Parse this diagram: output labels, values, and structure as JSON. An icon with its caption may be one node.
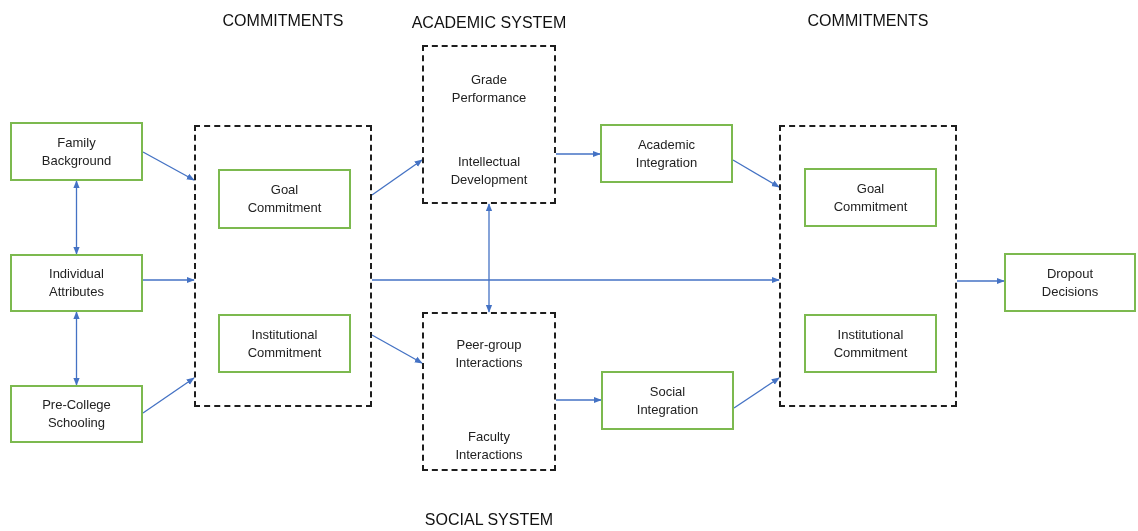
{
  "diagram": {
    "nodes": [
      {
        "text": [
          "Family Background"
        ]
      },
      {
        "text": [
          "Individual Attributes"
        ]
      },
      {
        "text": [
          "Pre-College Schooling"
        ]
      },
      {
        "text": [],
        "shape": "box"
      },
      {
        "text": [
          "Goal Commitment"
        ],
        "in": 3
      },
      {
        "text": [
          "Institutional Commitment"
        ],
        "in": 3
      },
      {
        "text": [
          "ACADEMIC SYSTEM",
          "Grade Performance",
          "Intellectual Development"
        ]
      },
      {
        "text": [
          "Peer-group Interactions",
          "Faculty Interactions",
          "SOCIAL SYSTEM"
        ]
      },
      {
        "text": [
          "Academic Integration"
        ]
      },
      {
        "text": [
          "Social Integration"
        ]
      },
      {
        "text": [],
        "shape": "box"
      },
      {
        "text": [
          "Goal Commitment"
        ],
        "in": 10
      },
      {
        "text": [
          "Institutional Commitment"
        ],
        "in": 10
      },
      {
        "text": [
          "Dropout Decisions"
        ]
      }
    ],
    "edges": [
      {
        "from": 0,
        "to": 3,
        "arrow": "to"
      },
      {
        "from": 1,
        "to": 3,
        "arrow": "to"
      },
      {
        "from": 2,
        "to": 3,
        "arrow": "to"
      },
      {
        "from": 0,
        "to": 1,
        "arrow": "both"
      },
      {
        "from": 1,
        "to": 2,
        "arrow": "both"
      },
      {
        "from": 3,
        "to": 6,
        "arrow": "to"
      },
      {
        "from": 3,
        "to": 7,
        "arrow": "to"
      },
      {
        "from": 6,
        "to": 7,
        "arrow": "both"
      },
      {
        "from": 6,
        "to": 8,
        "arrow": "to"
      },
      {
        "from": 7,
        "to": 9,
        "arrow": "to"
      },
      {
        "from": 8,
        "to": 10,
        "arrow": "to"
      },
      {
        "from": 9,
        "to": 10,
        "arrow": "to"
      },
      {
        "from": 3,
        "to": 10,
        "arrow": "to"
      },
      {
        "from": 10,
        "to": 13,
        "arrow": "to"
      }
    ],
    "labels": [
      "COMMITMENTS",
      "COMMITMENTS"
    ]
  }
}
